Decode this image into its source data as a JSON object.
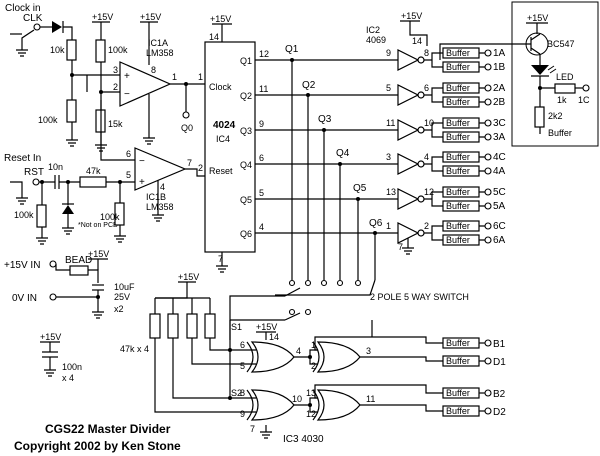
{
  "title": "CGS22 Master Divider",
  "copyright": "Copyright 2002 by Ken Stone",
  "inputs": {
    "clock_in": "Clock in",
    "clk": "CLK",
    "reset_in": "Reset In",
    "rst": "RST",
    "plus15_in": "+15V IN",
    "zero_in": "0V IN",
    "bead": "BEAD"
  },
  "rails": {
    "p15": "+15V"
  },
  "ic1a": {
    "name": "IC1A",
    "part": "LM358"
  },
  "ic1b": {
    "name": "IC1B",
    "part": "LM358"
  },
  "ic4": {
    "name": "4024",
    "sub": "IC4",
    "clock": "Clock",
    "reset": "Reset",
    "outputs": [
      "Q1",
      "Q2",
      "Q3",
      "Q4",
      "Q5",
      "Q6"
    ],
    "pins": [
      "12",
      "11",
      "9",
      "6",
      "5",
      "4"
    ],
    "pin_vdd": "14",
    "pin_gnd": "7",
    "pin_clk": "1",
    "pin_rst": "2",
    "q0": "Q0"
  },
  "ic2": {
    "name": "IC2",
    "part": "4069",
    "pin_vdd": "14",
    "pin_gnd": "7"
  },
  "ic3": {
    "name": "IC3 4030",
    "pin_vdd": "14",
    "pin_gnd": "7"
  },
  "resistors": {
    "r10k": "10k",
    "r100k_a": "100k",
    "r100k_b": "100k",
    "r15k": "15k",
    "r47k": "47k",
    "r100k_c": "100k",
    "r100k_d": "100k",
    "r47k4": "47k x 4",
    "r1k": "1k",
    "r2k2": "2k2"
  },
  "caps": {
    "c10n": "10n",
    "c10uf": "10uF",
    "c25v": "25V",
    "cx2": "x2",
    "c100n": "100n",
    "cx4": "x 4"
  },
  "notes": {
    "not_on_pcb": "*Not on PCB",
    "switch": "2 POLE 5 WAY SWITCH",
    "s1": "S1",
    "s2": "S2"
  },
  "transistor": {
    "part": "BC547",
    "led": "LED",
    "buffer": "Buffer"
  },
  "buffer_label": "Buffer",
  "inverter_rows": [
    {
      "in": "9",
      "out": "8",
      "a": "1A",
      "b": "1B"
    },
    {
      "in": "5",
      "out": "6",
      "a": "2A",
      "b": "2B"
    },
    {
      "in": "11",
      "out": "10",
      "a": "3C",
      "b": "3A"
    },
    {
      "in": "3",
      "out": "4",
      "a": "4C",
      "b": "4A"
    },
    {
      "in": "13",
      "out": "12",
      "a": "5C",
      "b": "5A"
    },
    {
      "in": "1",
      "out": "2",
      "a": "6C",
      "b": "6A"
    }
  ],
  "xor_outputs": [
    "B1",
    "D1",
    "B2",
    "D2"
  ],
  "xor_pins": {
    "g1_in_a": "6",
    "g1_in_b": "5",
    "g1_out": "4",
    "g2_in_a": "1",
    "g2_in_b": "2",
    "g2_out": "3",
    "g3_in_a": "8",
    "g3_in_b": "9",
    "g3_out": "10",
    "g4_in_a": "13",
    "g4_in_b": "12",
    "g4_out": "11"
  },
  "opamp_pins": {
    "a_plus": "3",
    "a_minus": "2",
    "a_out": "1",
    "a_vdd": "8",
    "b_minus": "6",
    "b_plus": "5",
    "b_out": "7",
    "b_gnd": "4"
  }
}
